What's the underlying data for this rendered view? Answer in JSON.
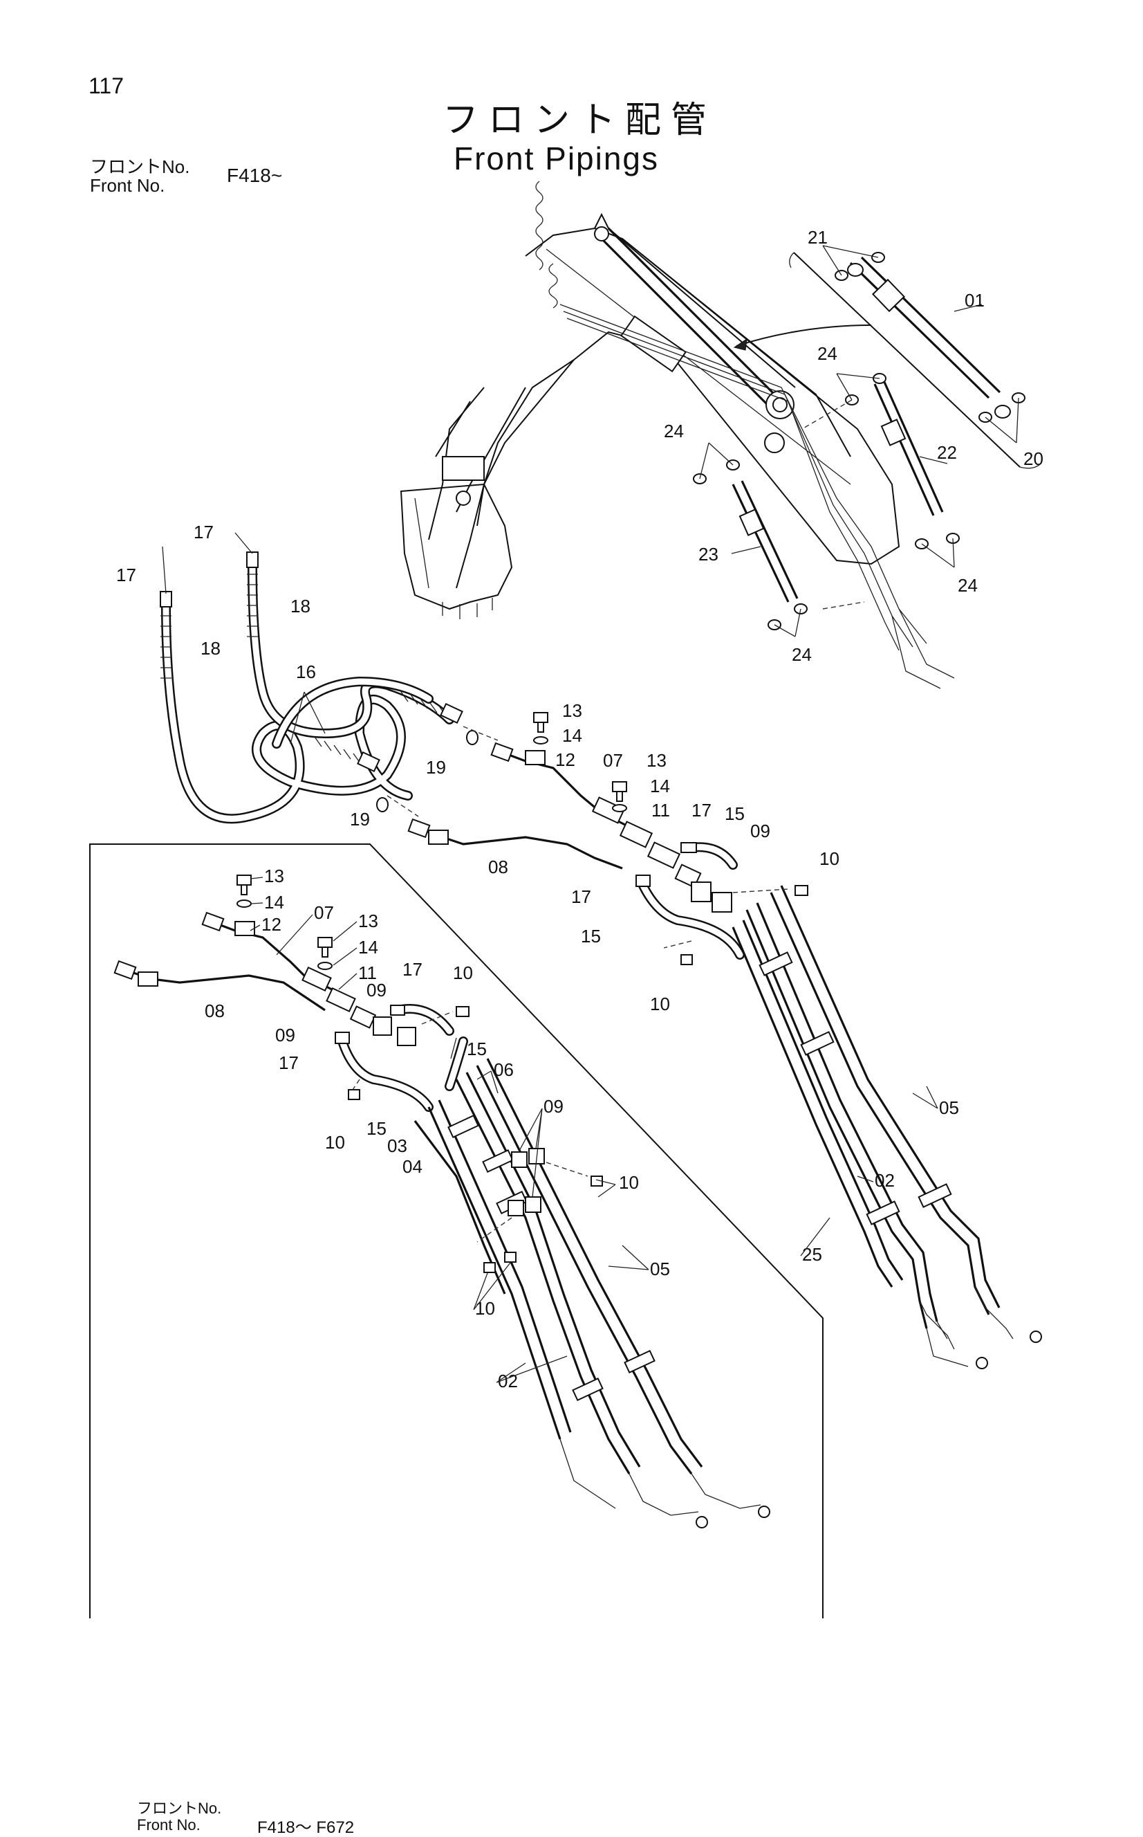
{
  "page": {
    "number": "117"
  },
  "title": {
    "japanese": "フロント配管",
    "english": "Front Pipings"
  },
  "front_no": {
    "label_jp": "フロントNo.",
    "label_en": "Front  No.",
    "value": "F418~"
  },
  "inset": {
    "label_jp": "フロントNo.",
    "label_en": "Front  No.",
    "value": "F418〜 F672"
  },
  "callouts": {
    "c01": "01",
    "c02": "02",
    "c03": "03",
    "c04": "04",
    "c05": "05",
    "c06": "06",
    "c07": "07",
    "c08": "08",
    "c09": "09",
    "c10": "10",
    "c11": "11",
    "c12": "12",
    "c13": "13",
    "c14": "14",
    "c15": "15",
    "c16": "16",
    "c17": "17",
    "c18": "18",
    "c19": "19",
    "c20": "20",
    "c21": "21",
    "c22": "22",
    "c23": "23",
    "c24": "24",
    "c25": "25"
  }
}
